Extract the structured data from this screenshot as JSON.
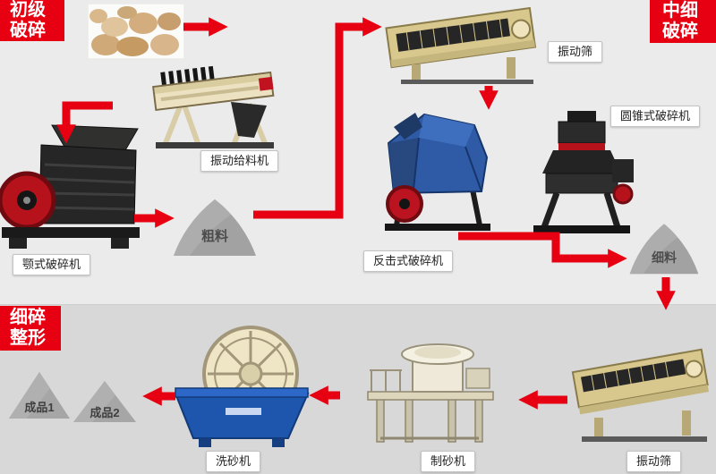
{
  "sections": {
    "primary": {
      "line1": "初级",
      "line2": "破碎"
    },
    "medium_fine": {
      "line1": "中细",
      "line2": "破碎"
    },
    "fine_shaping": {
      "line1": "细碎",
      "line2": "整形"
    }
  },
  "equipment": {
    "vibrating_feeder": "振动给料机",
    "jaw_crusher": "颚式破碎机",
    "vibrating_screen_top": "振动筛",
    "impact_crusher": "反击式破碎机",
    "cone_crusher": "圆锥式破碎机",
    "vibrating_screen_bottom": "振动筛",
    "sand_making_machine": "制砂机",
    "sand_washer": "洗砂机"
  },
  "materials": {
    "coarse": "粗料",
    "fine": "细料",
    "product_1": "成品1",
    "product_2": "成品2"
  },
  "colors": {
    "arrow_red": "#e60012",
    "badge_red": "#e60012",
    "background_top": "#ebebeb",
    "background_bottom": "#d8d8d8",
    "pile_gray": "#a2a2a2",
    "label_background": "#ffffff"
  }
}
